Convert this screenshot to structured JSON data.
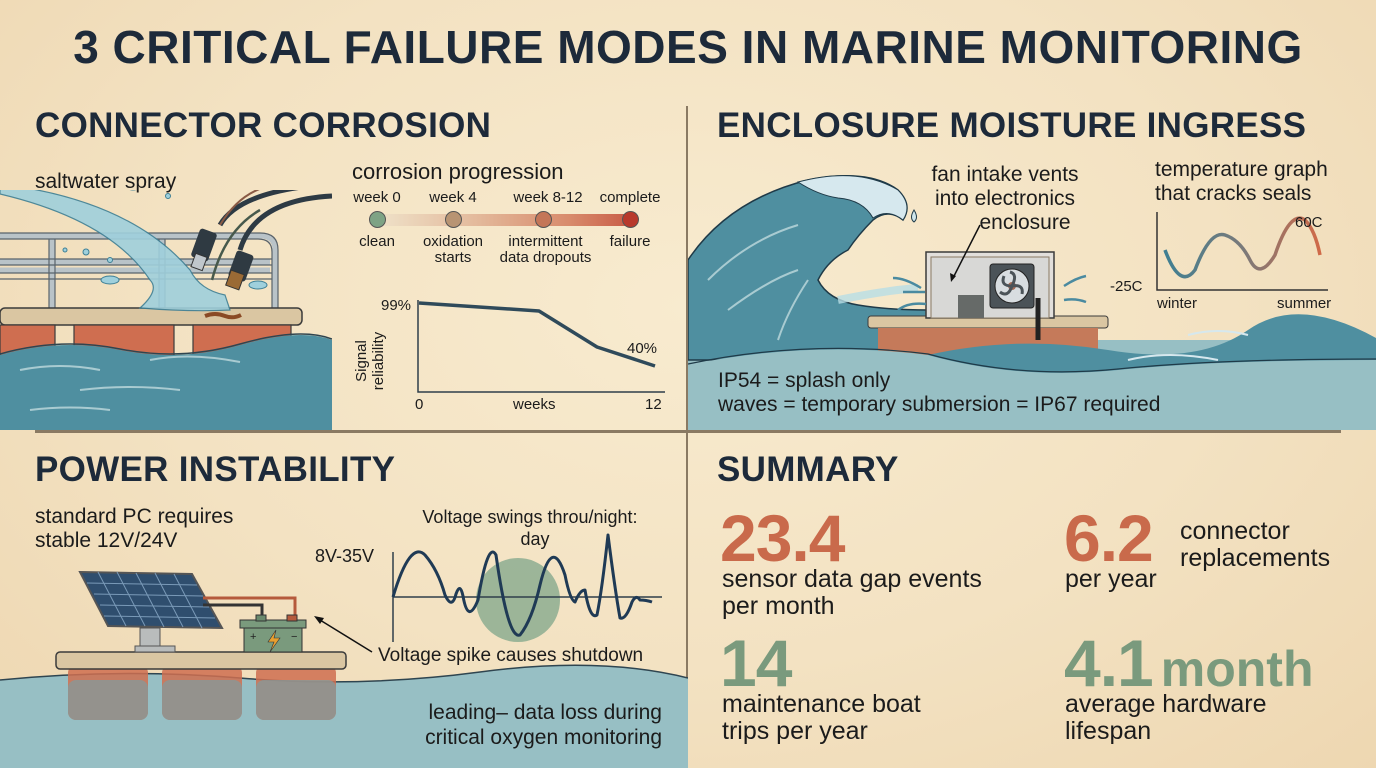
{
  "title": "3 CRITICAL FAILURE MODES IN MARINE MONITORING",
  "colors": {
    "title": "#1d2a3a",
    "background": "#f5e6c8",
    "water_dark": "#4f8fa0",
    "water_light": "#97bfc4",
    "pontoon": "#cf6e50",
    "accent_red": "#c96a4b",
    "accent_green": "#7a9a7d",
    "divider": "#8a7a63"
  },
  "sections": {
    "connector_corrosion": {
      "title": "CONNECTOR CORROSION",
      "spray_label": "saltwater spray",
      "icons": [
        "wave-icon",
        "railing-icon",
        "cable-connector-icon",
        "water-splash-icon",
        "pontoon-icon"
      ],
      "progression": {
        "title": "corrosion progression",
        "stages": [
          {
            "week": "week 0",
            "label_line1": "clean",
            "label_line2": "",
            "color": "#7ea385"
          },
          {
            "week": "week 4",
            "label_line1": "oxidation",
            "label_line2": "starts",
            "color": "#b89473"
          },
          {
            "week": "week 8-12",
            "label_line1": "intermittent",
            "label_line2": "data dropouts",
            "color": "#c47658"
          },
          {
            "week": "complete",
            "label_line1": "failure",
            "label_line2": "",
            "color": "#b8392c"
          }
        ]
      },
      "reliability_chart": {
        "ylabel_line1": "Signal",
        "ylabel_line2": "reliability",
        "xlabel": "weeks",
        "x_min_label": "0",
        "x_max_label": "12",
        "start_label": "99%",
        "end_label": "40%"
      }
    },
    "enclosure_moisture": {
      "title": "ENCLOSURE MOISTURE INGRESS",
      "callout_line1": "fan intake vents",
      "callout_line2": "into electronics",
      "callout_line3": "enclosure",
      "icons": [
        "breaking-wave-icon",
        "enclosure-box-icon",
        "fan-icon",
        "airflow-arrow-icon"
      ],
      "temp_chart": {
        "title_line1": "temperature graph",
        "title_line2": "that cracks seals",
        "min_label": "-25C",
        "max_label": "60C",
        "x_start": "winter",
        "x_end": "summer"
      },
      "ip_note_line1": "IP54 = splash only",
      "ip_note_line2": "waves = temporary submersion = IP67 required"
    },
    "power_instability": {
      "title": "POWER INSTABILITY",
      "requirement_line1": "standard PC requires",
      "requirement_line2": "stable 12V/24V",
      "icons": [
        "solar-panel-icon",
        "battery-icon",
        "lightning-icon"
      ],
      "voltage_chart": {
        "title_line1": "Voltage swings throu/night:",
        "title_line2": "day",
        "range_label": "8V-35V"
      },
      "spike_callout": "Voltage spike causes shutdown",
      "consequence_line1": "leading– data loss during",
      "consequence_line2": "critical oxygen monitoring"
    },
    "summary": {
      "title": "SUMMARY",
      "stats": [
        {
          "value": "23.4",
          "label_line1": "sensor data gap events",
          "label_line2": "per month",
          "color": "#c96a4b"
        },
        {
          "value": "6.2",
          "side_line1": "connector",
          "side_line2": "replacements",
          "label_line1": "per year",
          "color": "#c96a4b"
        },
        {
          "value": "14",
          "label_line1": "maintenance boat",
          "label_line2": "trips per year",
          "color": "#7a9a7d"
        },
        {
          "value": "4.1",
          "unit": "month",
          "label_line1": "average hardware",
          "label_line2": "lifespan",
          "color": "#7a9a7d"
        }
      ]
    }
  },
  "chart_data": [
    {
      "type": "line",
      "title": "Signal reliability vs weeks",
      "xlabel": "weeks",
      "ylabel": "Signal reliability",
      "x": [
        0,
        7,
        10,
        12
      ],
      "values": [
        99,
        96,
        55,
        40
      ],
      "ylim": [
        0,
        100
      ],
      "xlim": [
        0,
        12
      ],
      "annotations": [
        "99%",
        "40%"
      ]
    },
    {
      "type": "line",
      "title": "temperature graph that cracks seals",
      "xlabel": "",
      "categories": [
        "winter",
        "summer"
      ],
      "ylim_labels": [
        "-25C",
        "60C"
      ],
      "description": "oscillating curve rising from winter (blue) to summer (red), peak 60C"
    },
    {
      "type": "line",
      "title": "Voltage swings throu/night: day",
      "ylabel": "8V-35V",
      "description": "irregular oscillation with large spike near the end"
    }
  ]
}
